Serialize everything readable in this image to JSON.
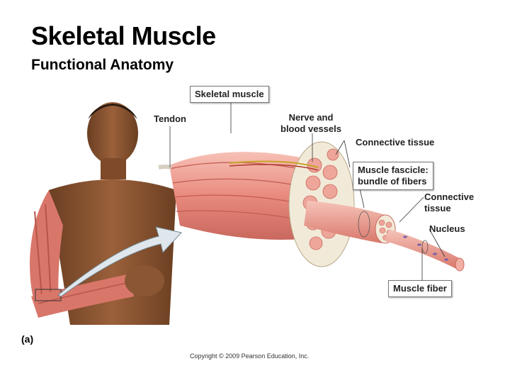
{
  "slide": {
    "title": "Skeletal Muscle",
    "subtitle": "Functional Anatomy"
  },
  "figure": {
    "part_label": "(a)",
    "labels": {
      "skeletal_muscle": "Skeletal muscle",
      "tendon": "Tendon",
      "nerve_line1": "Nerve and",
      "nerve_line2": "blood vessels",
      "connective_tissue_1": "Connective tissue",
      "fascicle_line1": "Muscle fascicle:",
      "fascicle_line2": "bundle of fibers",
      "connective_tissue_2_line1": "Connective",
      "connective_tissue_2_line2": "tissue",
      "nucleus": "Nucleus",
      "muscle_fiber": "Muscle fiber"
    },
    "copyright": "Copyright © 2009 Pearson Education, Inc.",
    "colors": {
      "muscle": "#e8857a",
      "muscle_light": "#f4b2a6",
      "connective": "#f2ead8",
      "skin": "#8a5634",
      "arrow": "#dfe7ec"
    }
  }
}
